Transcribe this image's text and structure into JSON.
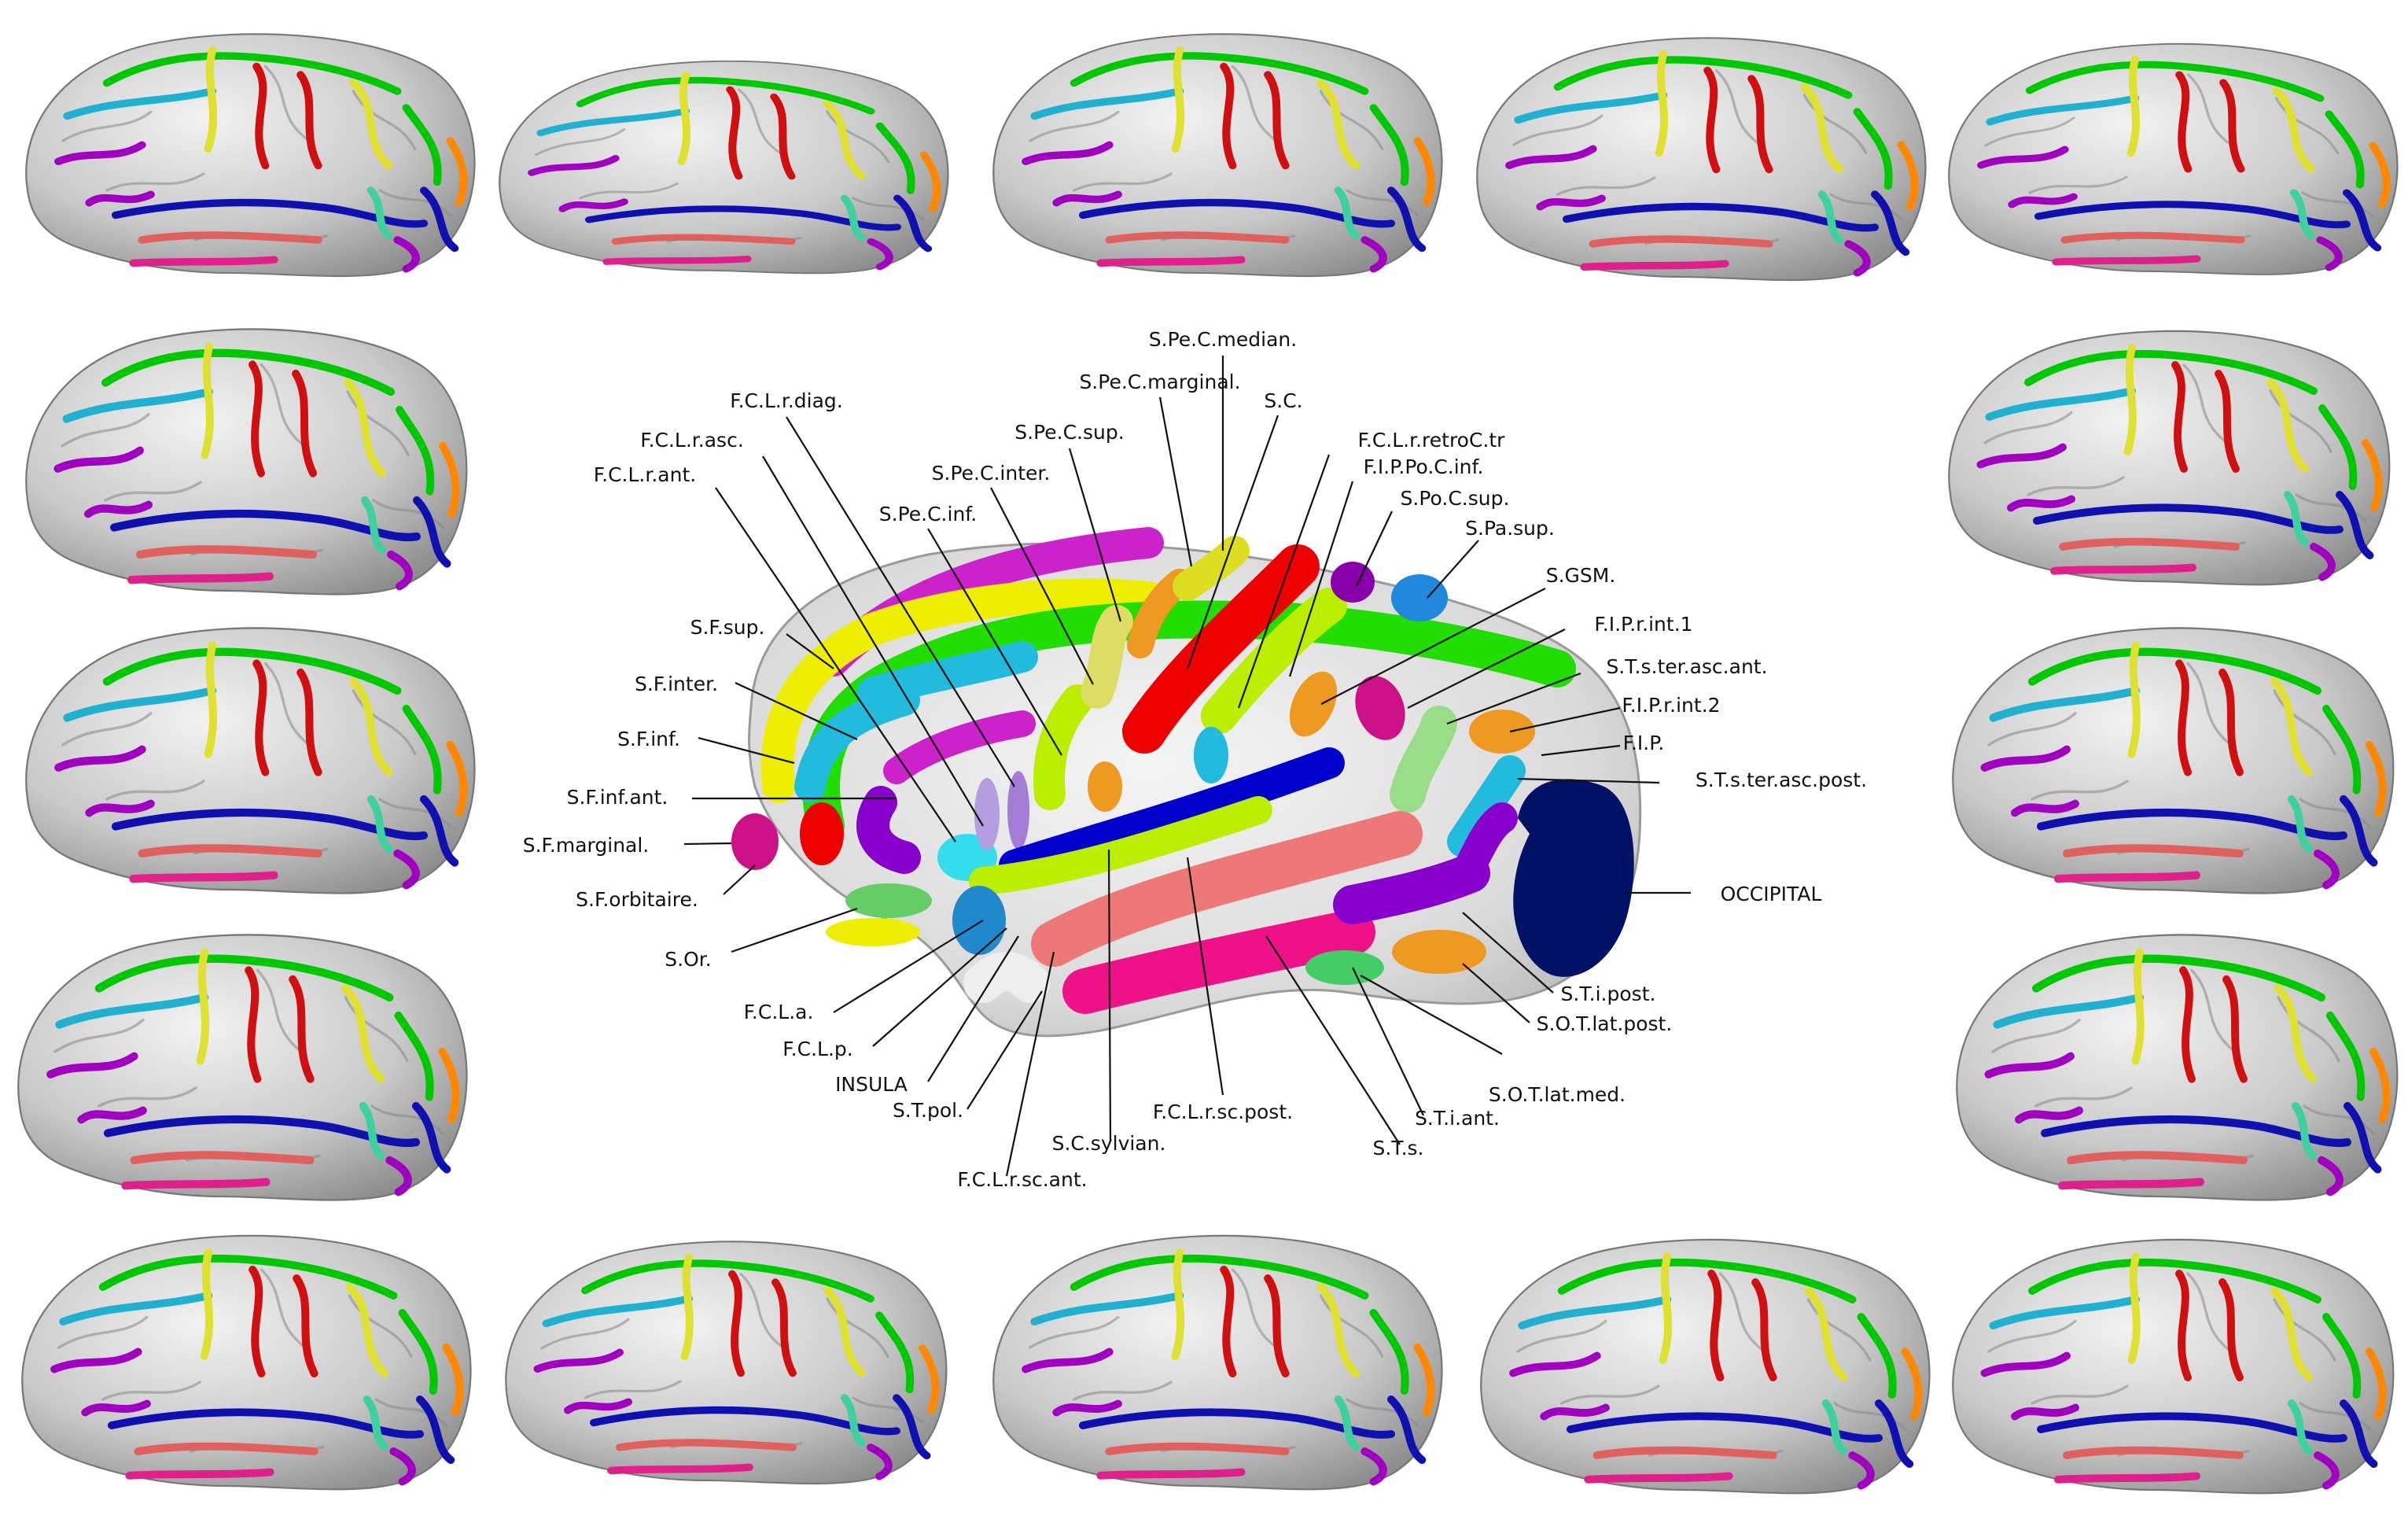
{
  "labels": {
    "s_pe_c_median": "S.Pe.C.median.",
    "f_c_l_r_diag": "F.C.L.r.diag.",
    "s_pe_c_marginal": "S.Pe.C.marginal.",
    "s_c": "S.C.",
    "f_c_l_r_asc": "F.C.L.r.asc.",
    "s_pe_c_sup": "S.Pe.C.sup.",
    "f_c_l_r_retroc_tr": "F.C.L.r.retroC.tr",
    "f_c_l_r_ant": "F.C.L.r.ant.",
    "s_pe_c_inter": "S.Pe.C.inter.",
    "f_i_p_po_c_inf": "F.I.P.Po.C.inf.",
    "s_po_c_sup": "S.Po.C.sup.",
    "s_pe_c_inf": "S.Pe.C.inf.",
    "s_pa_sup": "S.Pa.sup.",
    "s_gsm": "S.GSM.",
    "s_f_sup": "S.F.sup.",
    "f_i_p_r_int_1": "F.I.P.r.int.1",
    "s_f_inter": "S.F.inter.",
    "s_t_s_ter_asc_ant": "S.T.s.ter.asc.ant.",
    "f_i_p_r_int_2": "F.I.P.r.int.2",
    "s_f_inf": "S.F.inf.",
    "f_i_p": "F.I.P.",
    "s_t_s_ter_asc_post": "S.T.s.ter.asc.post.",
    "s_f_inf_ant": "S.F.inf.ant.",
    "s_f_marginal": "S.F.marginal.",
    "occipital": "OCCIPITAL",
    "s_f_orbitaire": "S.F.orbitaire.",
    "s_or": "S.Or.",
    "s_t_i_post": "S.T.i.post.",
    "f_c_l_a": "F.C.L.a.",
    "s_o_t_lat_post": "S.O.T.lat.post.",
    "f_c_l_p": "F.C.L.p.",
    "insula": "INSULA",
    "s_o_t_lat_med": "S.O.T.lat.med.",
    "s_t_pol": "S.T.pol.",
    "f_c_l_r_sc_post": "F.C.L.r.sc.post.",
    "s_t_i_ant": "S.T.i.ant.",
    "s_c_sylvian": "S.C.sylvian.",
    "s_t_s": "S.T.s.",
    "f_c_l_r_sc_ant": "F.C.L.r.sc.ant."
  },
  "brain_grid": {
    "columns": 5,
    "rows": 5,
    "panel_count": 16
  },
  "sulcus_colors": [
    "#00c800",
    "#e0e030",
    "#d01010",
    "#a000c0",
    "#1010b0",
    "#20b0d0",
    "#e0208a",
    "#e06060",
    "#ff8800",
    "#40d0a0"
  ],
  "center_colors": {
    "magenta": "#cc22cc",
    "green": "#22dd00",
    "cyan": "#22bbdd",
    "yellow": "#eeee00",
    "red": "#ee0000",
    "blue": "#0000cc",
    "salmon": "#ee7777",
    "pink": "#ee1188",
    "orange": "#ee9922",
    "purple": "#8800cc",
    "navy": "#001166",
    "lime": "#bbee00",
    "gray": "#cccccc",
    "white": "#f4f4f4"
  }
}
